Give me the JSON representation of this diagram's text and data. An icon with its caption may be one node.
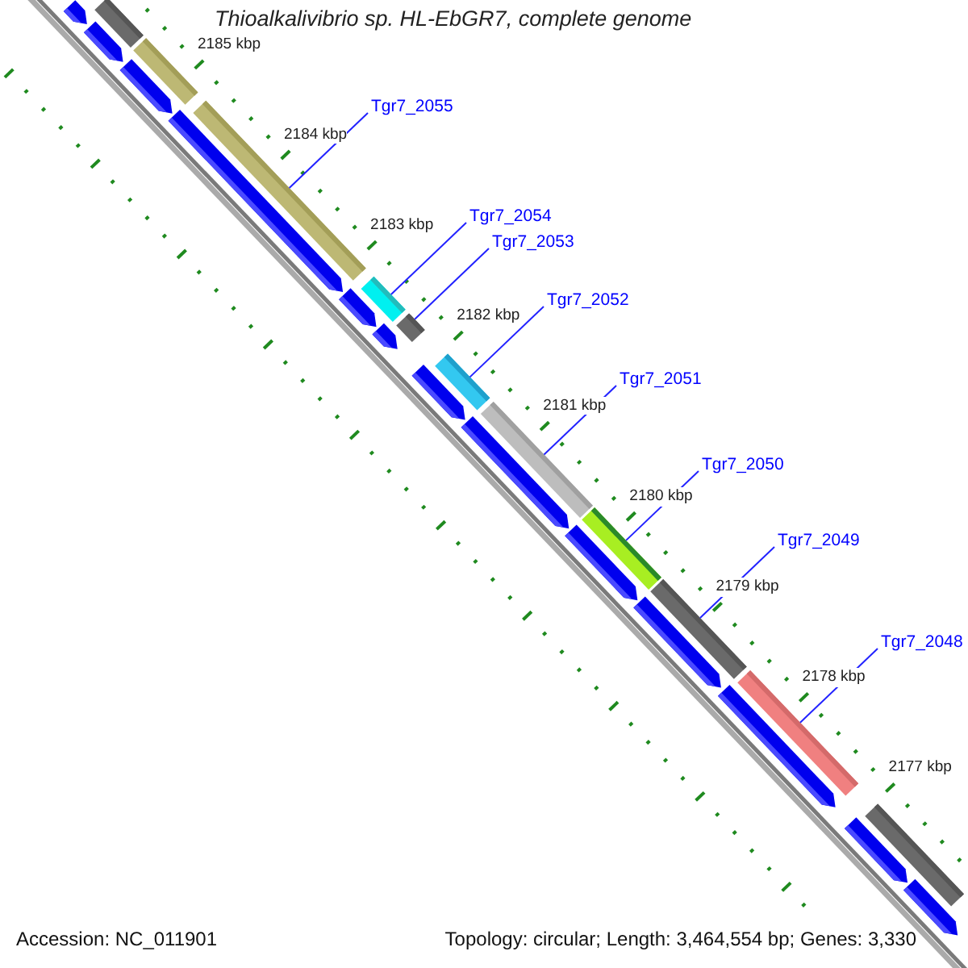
{
  "diagram": {
    "title": "Thioalkalivibrio sp. HL-EbGR7, complete genome",
    "nodes": [
      {
        "text": [
          "Tgr7_2055"
        ]
      },
      {
        "text": [
          "Tgr7_2054"
        ]
      },
      {
        "text": [
          "Tgr7_2053"
        ]
      },
      {
        "text": [
          "Tgr7_2052"
        ]
      },
      {
        "text": [
          "Tgr7_2051"
        ]
      },
      {
        "text": [
          "Tgr7_2050"
        ]
      },
      {
        "text": [
          "Tgr7_2049"
        ]
      },
      {
        "text": [
          "Tgr7_2048"
        ]
      },
      {
        "text": [],
        "shape": "arrow"
      },
      {
        "text": [],
        "shape": "bar"
      },
      {
        "text": [],
        "shape": "arrow"
      },
      {
        "text": [],
        "shape": "bar"
      },
      {
        "text": [],
        "shape": "arrow"
      },
      {
        "text": [],
        "shape": "arrow"
      },
      {
        "text": [],
        "shape": "bar"
      },
      {
        "text": [],
        "shape": "arrow"
      },
      {
        "text": [],
        "shape": "bar"
      },
      {
        "text": [],
        "shape": "arrow"
      },
      {
        "text": [],
        "shape": "bar"
      },
      {
        "text": [],
        "shape": "arrow"
      },
      {
        "text": [],
        "shape": "bar"
      },
      {
        "text": [],
        "shape": "arrow"
      },
      {
        "text": [],
        "shape": "bar"
      },
      {
        "text": [],
        "shape": "bar"
      },
      {
        "text": [],
        "shape": "arrow"
      },
      {
        "text": [],
        "shape": "bar"
      },
      {
        "text": [],
        "shape": "arrow"
      },
      {
        "text": [],
        "shape": "arrow"
      },
      {
        "text": [],
        "shape": "bar"
      },
      {
        "text": [],
        "shape": "arrow"
      },
      {
        "text": [],
        "shape": "bar"
      },
      {
        "text": [],
        "shape": "arrow"
      }
    ],
    "edges": [
      {
        "from": 0,
        "to": 14,
        "arrow": "none"
      },
      {
        "from": 1,
        "to": 16,
        "arrow": "none"
      },
      {
        "from": 2,
        "to": 18,
        "arrow": "none"
      },
      {
        "from": 3,
        "to": 20,
        "arrow": "none"
      },
      {
        "from": 4,
        "to": 22,
        "arrow": "none"
      },
      {
        "from": 5,
        "to": 23,
        "arrow": "none"
      },
      {
        "from": 6,
        "to": 25,
        "arrow": "none"
      },
      {
        "from": 7,
        "to": 28,
        "arrow": "none"
      }
    ],
    "labels": [
      "2185 kbp",
      "2184 kbp",
      "2183 kbp",
      "2182 kbp",
      "2181 kbp",
      "2180 kbp",
      "2179 kbp",
      "2178 kbp",
      "2177 kbp",
      "Accession: NC_011901",
      "Topology: circular; Length: 3,464,554 bp; Genes: 3,330"
    ]
  }
}
